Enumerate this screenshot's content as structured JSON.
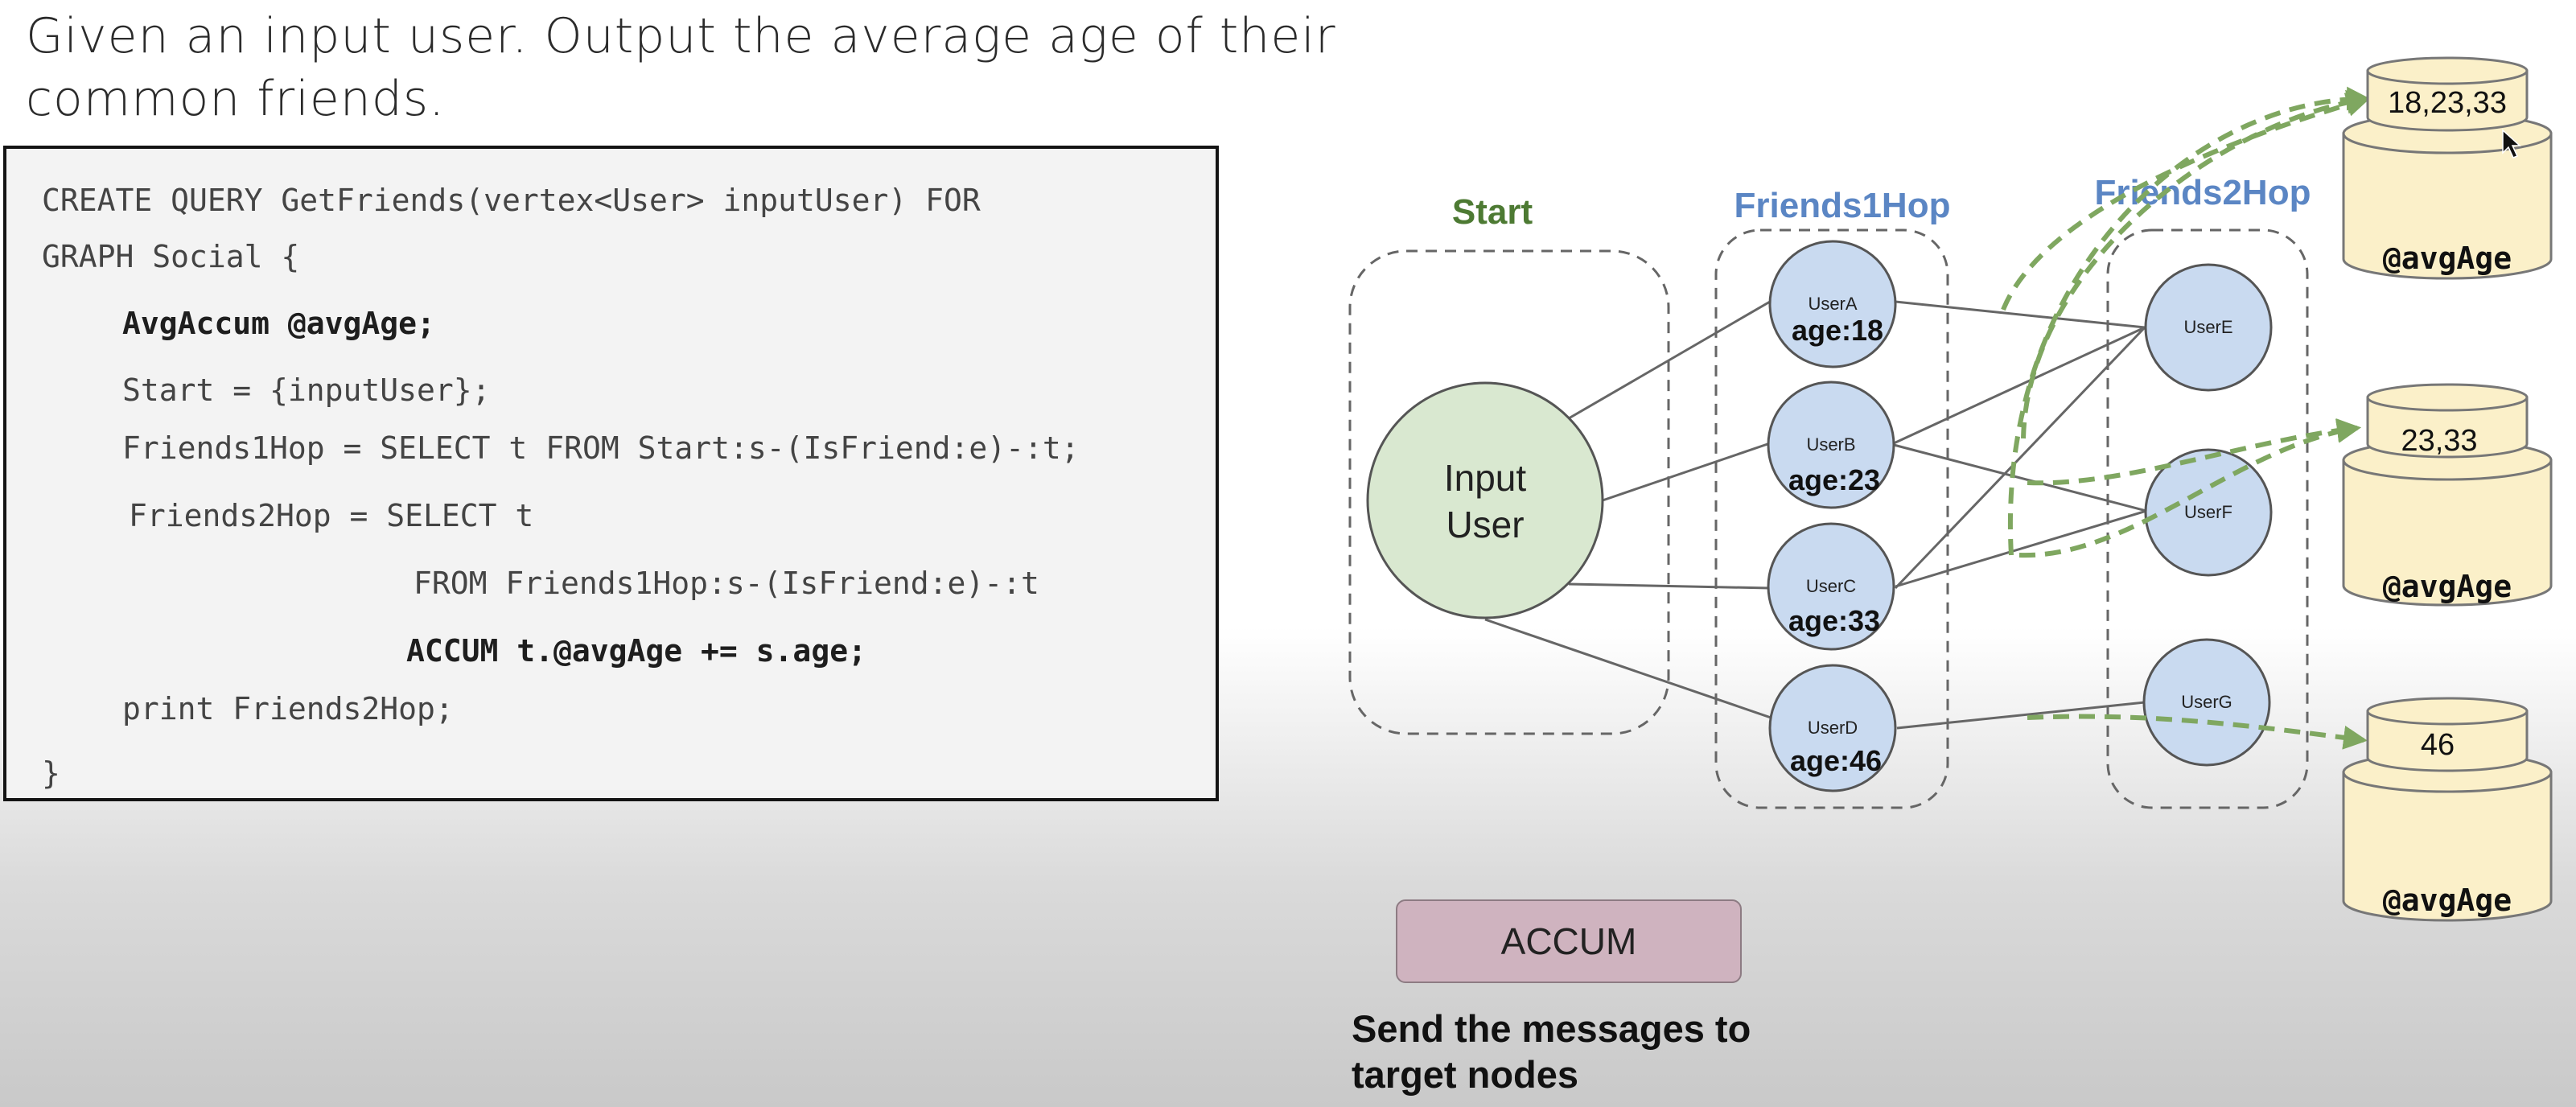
{
  "title": "Given an input user. Output the average age of their common friends.",
  "code": {
    "lines": [
      "CREATE QUERY GetFriends(vertex<User> inputUser) FOR",
      "GRAPH Social {",
      "AvgAccum @avgAge;",
      "Start = {inputUser};",
      "Friends1Hop = SELECT t FROM Start:s-(IsFriend:e)-:t;",
      "Friends2Hop = SELECT t",
      "FROM Friends1Hop:s-(IsFriend:e)-:t",
      "ACCUM t.@avgAge += s.age;",
      "print Friends2Hop;",
      "}"
    ]
  },
  "diagram": {
    "groups": {
      "start": "Start",
      "friends1hop": "Friends1Hop",
      "friends2hop": "Friends2Hop"
    },
    "colors": {
      "start_label": "#4d7a33",
      "hop_label": "#5b86c4",
      "input_node_fill": "#d9e8d0",
      "user_node_fill": "#c9daf0",
      "dashed_arrow": "#7fa760",
      "cylinder_fill": "#fbf0c9",
      "accum_box_fill": "#cfb3bf"
    },
    "input_node": {
      "line1": "Input",
      "line2": "User"
    },
    "users_1hop": [
      {
        "name": "UserA",
        "age": "age:18"
      },
      {
        "name": "UserB",
        "age": "age:23"
      },
      {
        "name": "UserC",
        "age": "age:33"
      },
      {
        "name": "UserD",
        "age": "age:46"
      }
    ],
    "users_2hop": [
      {
        "name": "UserE"
      },
      {
        "name": "UserF"
      },
      {
        "name": "UserG"
      }
    ],
    "accumulators": [
      {
        "values": "18,23,33",
        "label": "@avgAge"
      },
      {
        "values": "23,33",
        "label": "@avgAge"
      },
      {
        "values": "46",
        "label": "@avgAge"
      }
    ],
    "accum_button": "ACCUM",
    "caption": "Send the messages to target nodes"
  }
}
